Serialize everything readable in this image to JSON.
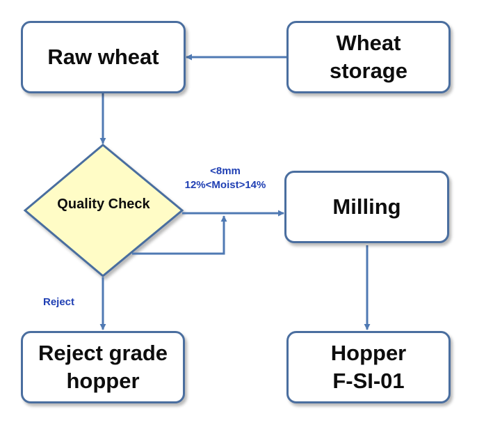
{
  "colors": {
    "box_border": "#4a6e9f",
    "decision_fill": "#fffcc6",
    "arrow": "#4f79b3",
    "label_text": "#1f3fb3"
  },
  "nodes": {
    "raw_wheat": "Raw wheat",
    "wheat_storage": [
      "Wheat",
      "storage"
    ],
    "quality_check": "Quality Check",
    "milling": "Milling",
    "reject_hopper": [
      "Reject grade",
      "hopper"
    ],
    "hopper": [
      "Hopper",
      "F-SI-01"
    ]
  },
  "edge_labels": {
    "accept": [
      "<8mm",
      "12%<Moist>14%"
    ],
    "reject": "Reject"
  }
}
